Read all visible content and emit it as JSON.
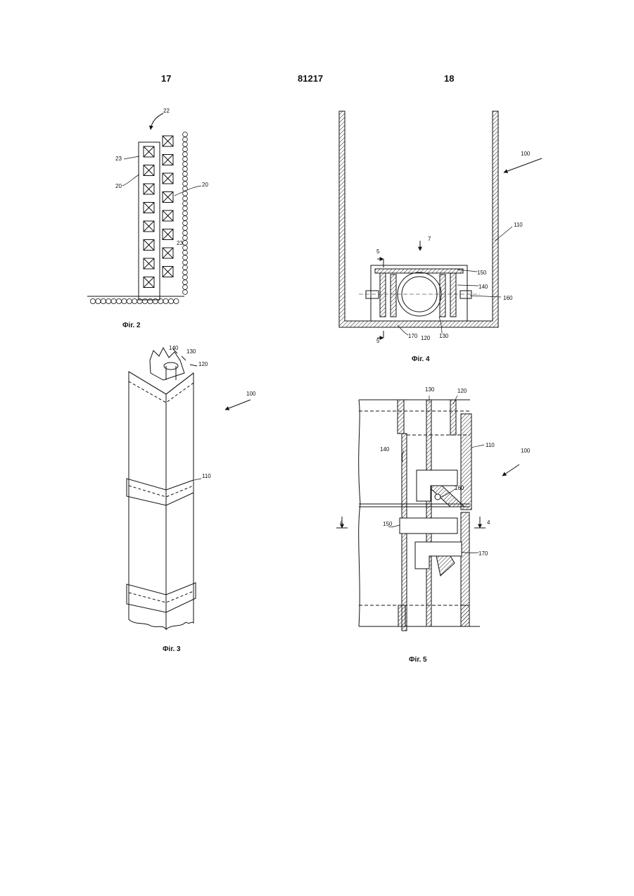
{
  "header": {
    "left_page": "17",
    "patent_number": "81217",
    "right_page": "18"
  },
  "fig2": {
    "caption": "Фіг. 2",
    "labels": {
      "arrow": "22",
      "left_top": "23",
      "left_mid": "20",
      "right": "20",
      "inner": "23"
    }
  },
  "fig3": {
    "caption": "Фіг. 3",
    "labels": {
      "l140": "140",
      "l130": "130",
      "l120": "120",
      "l100": "100",
      "l110": "110"
    }
  },
  "fig4": {
    "caption": "Фіг. 4",
    "labels": {
      "l100": "100",
      "l110": "110",
      "l7": "7",
      "l5_top": "5",
      "l5_bottom": "5",
      "l150": "150",
      "l140": "140",
      "l160": "160",
      "l170": "170",
      "l120": "120",
      "l130": "130"
    }
  },
  "fig5": {
    "caption": "Фіг. 5",
    "labels": {
      "l130": "130",
      "l120": "120",
      "l110": "110",
      "l100": "100",
      "l140": "140",
      "l160": "160",
      "l4_left": "4",
      "l4_right": "4",
      "l150": "150",
      "l170": "170"
    }
  }
}
